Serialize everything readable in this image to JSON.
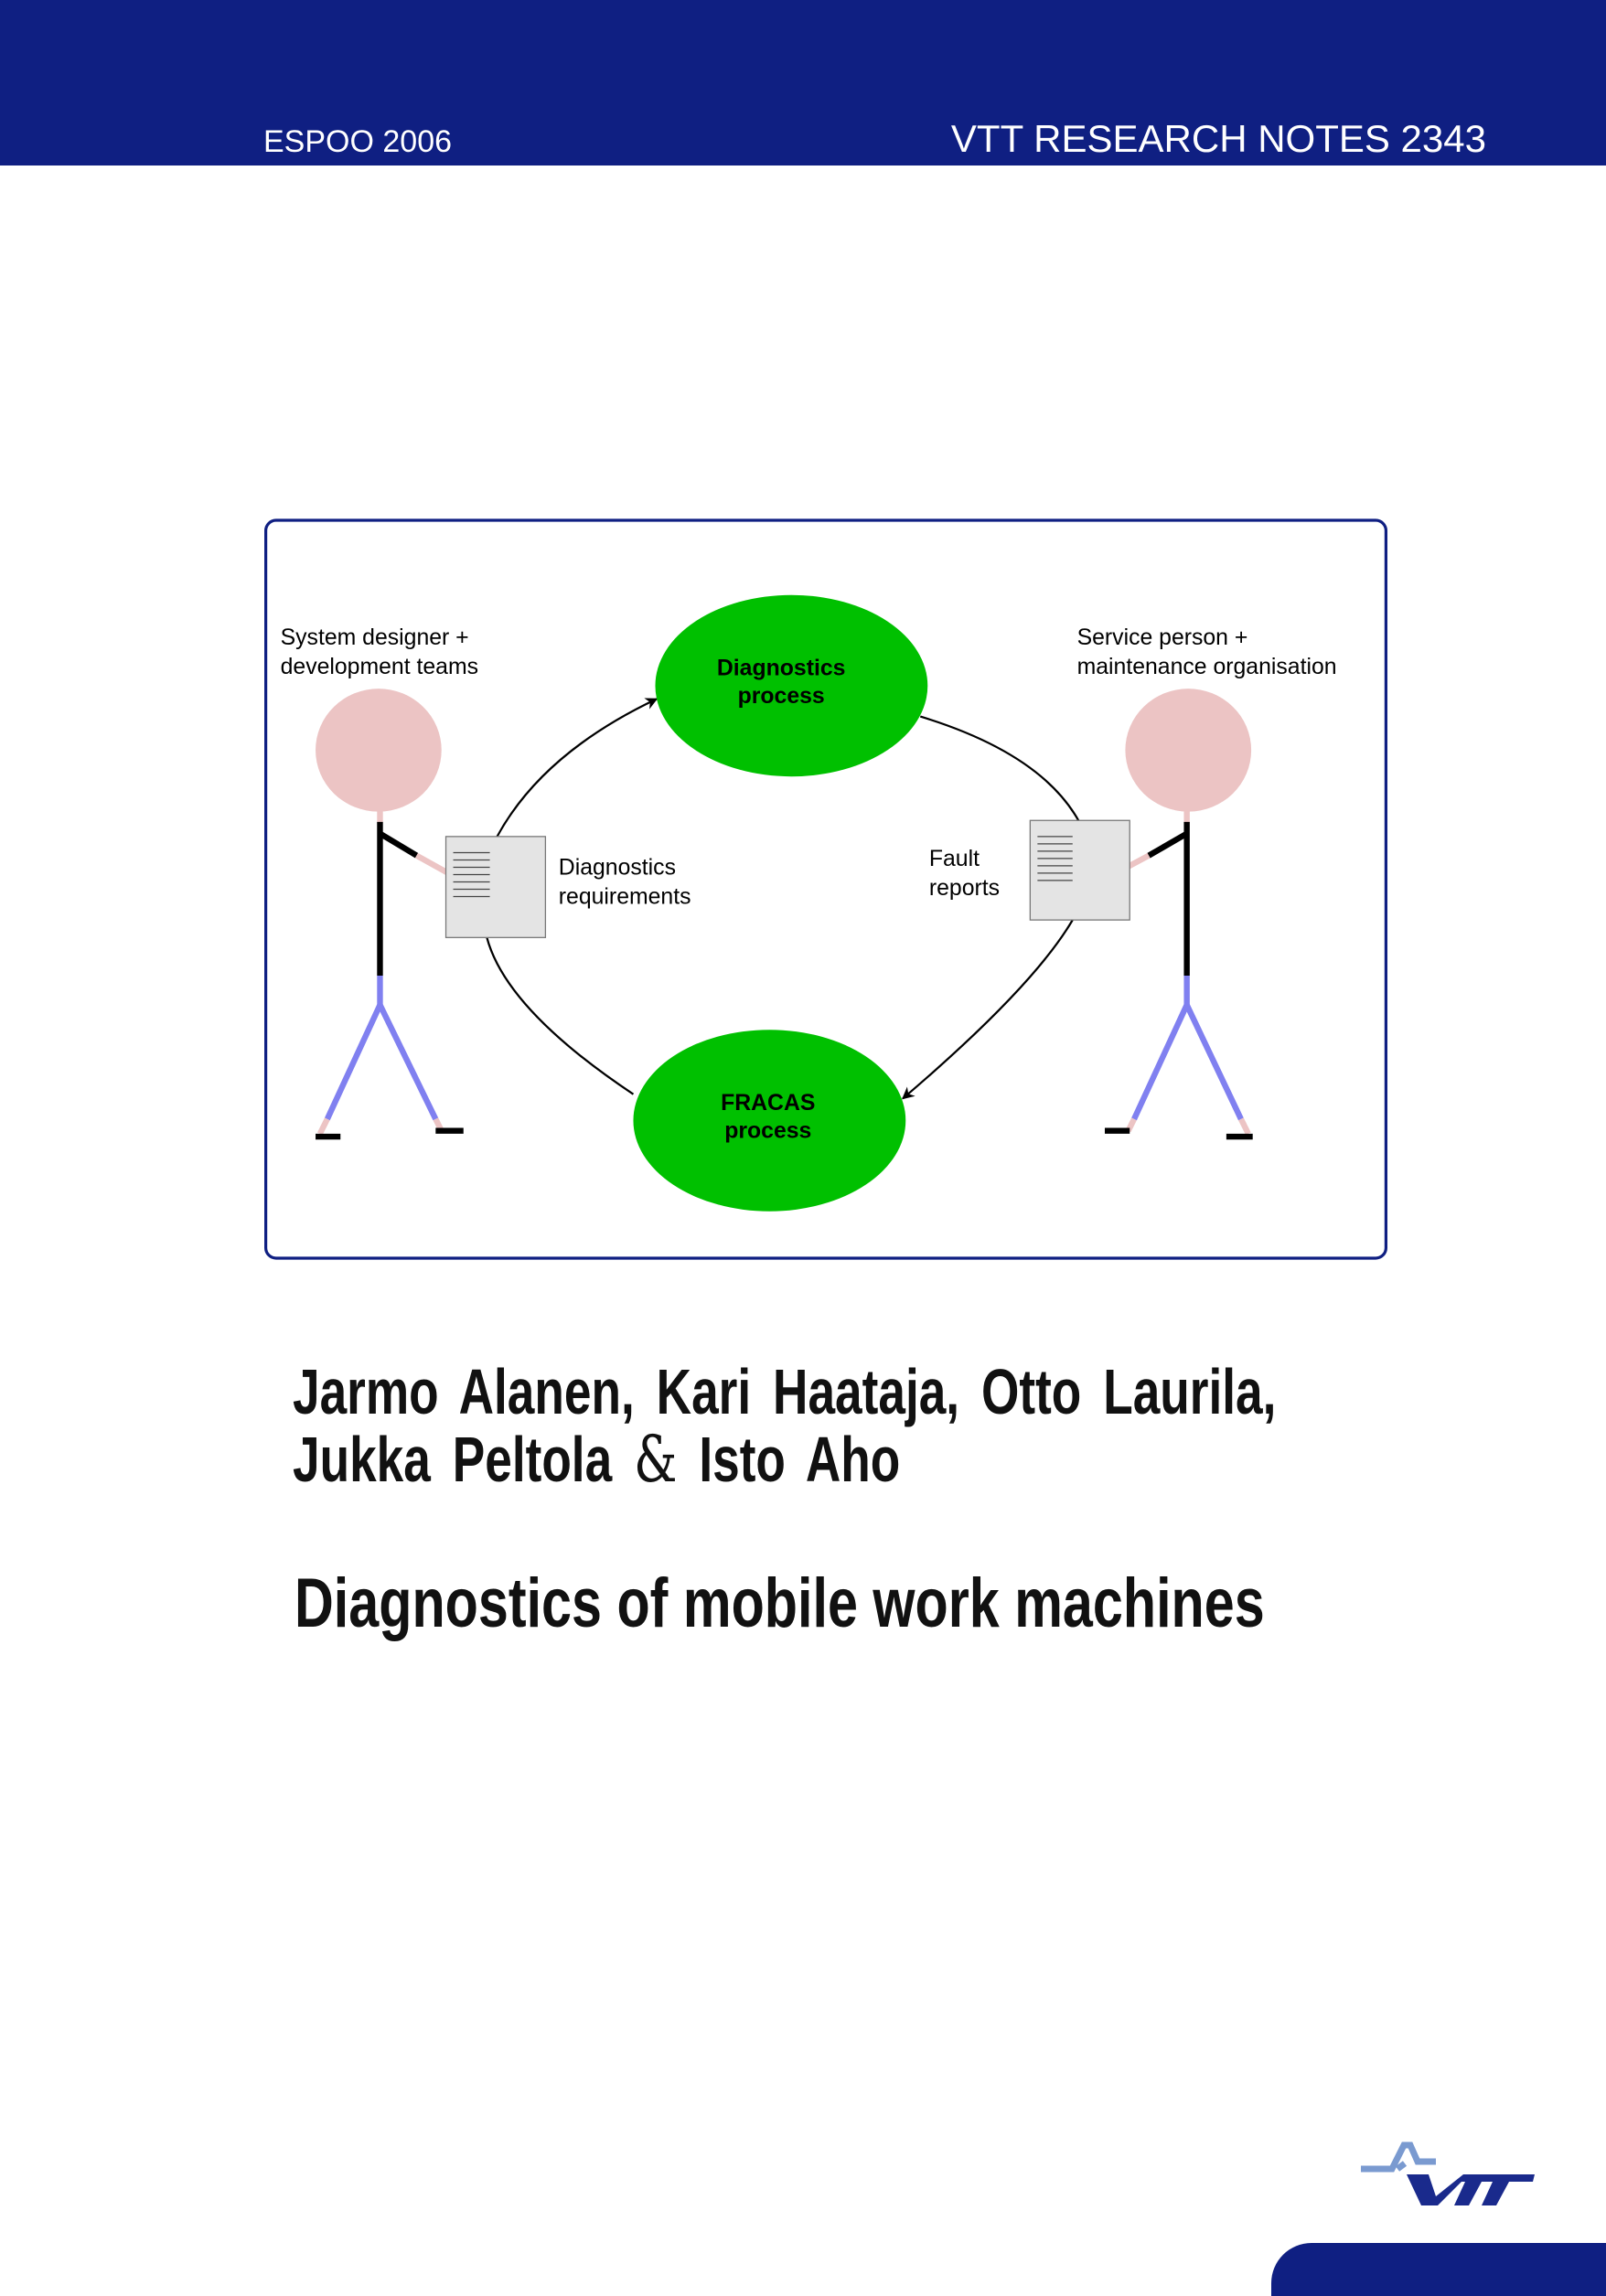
{
  "header": {
    "place_year": "ESPOO 2006",
    "series": "VTT RESEARCH NOTES 2343"
  },
  "diagram": {
    "left_actor": [
      "System designer +",
      "development teams"
    ],
    "right_actor": [
      "Service person +",
      "maintenance organisation"
    ],
    "top_process": [
      "Diagnostics",
      "process"
    ],
    "bottom_process": [
      "FRACAS",
      "process"
    ],
    "left_doc": [
      "Diagnostics",
      "requirements"
    ],
    "right_doc": [
      "Fault",
      "reports"
    ],
    "colors": {
      "process": "#00c000",
      "head": "#ecc4c4",
      "legs": "#8080f0",
      "frame": "#0f1f82"
    }
  },
  "authors": {
    "line1": "Jarmo Alanen, Kari Haataja, Otto Laurila,",
    "line2_a": "Jukka Peltola",
    "amp": "&",
    "line2_b": "Isto Aho"
  },
  "title": "Diagnostics of mobile work machines",
  "logo": {
    "text": "VTT"
  }
}
